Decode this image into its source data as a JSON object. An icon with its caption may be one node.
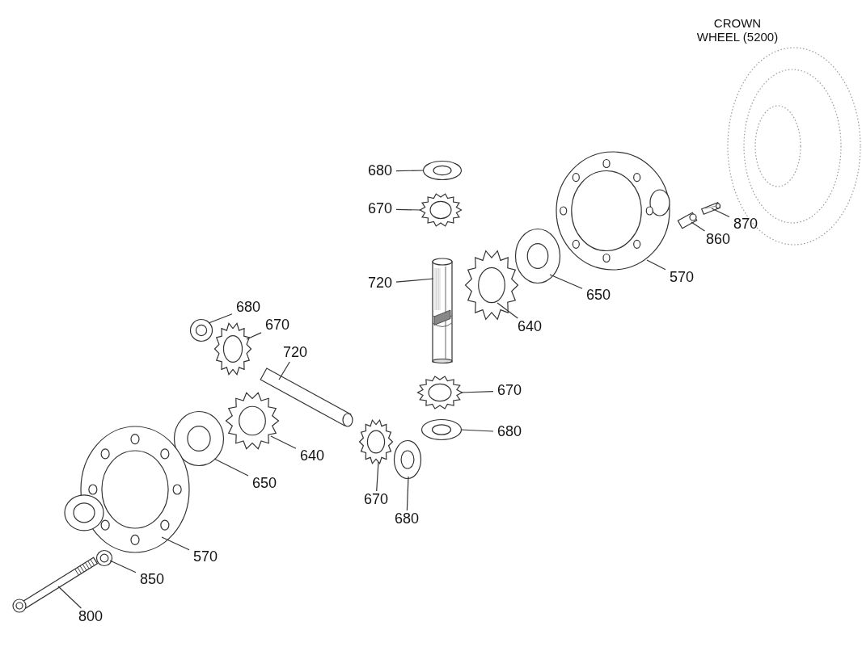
{
  "diagram": {
    "nodes": [
      {
        "text": [
          "680"
        ]
      },
      {
        "text": [],
        "shape": "picture"
      },
      {
        "text": [
          "670"
        ]
      },
      {
        "text": [],
        "shape": "picture"
      },
      {
        "text": [
          "870"
        ]
      },
      {
        "text": [],
        "shape": "picture"
      },
      {
        "text": [
          "860"
        ]
      },
      {
        "text": [],
        "shape": "picture"
      },
      {
        "text": [
          "570"
        ]
      },
      {
        "text": [],
        "shape": "picture"
      },
      {
        "text": [
          "720"
        ]
      },
      {
        "text": [],
        "shape": "picture"
      },
      {
        "text": [
          "650"
        ]
      },
      {
        "text": [],
        "shape": "picture"
      },
      {
        "text": [
          "680"
        ]
      },
      {
        "text": [],
        "shape": "picture"
      },
      {
        "text": [
          "640"
        ]
      },
      {
        "text": [],
        "shape": "picture"
      },
      {
        "text": [
          "670"
        ]
      },
      {
        "text": [],
        "shape": "picture"
      },
      {
        "text": [
          "720"
        ]
      },
      {
        "text": [],
        "shape": "picture"
      },
      {
        "text": [
          "670"
        ]
      },
      {
        "text": [],
        "shape": "picture"
      },
      {
        "text": [
          "680"
        ]
      },
      {
        "text": [],
        "shape": "picture"
      },
      {
        "text": [
          "640"
        ]
      },
      {
        "text": [],
        "shape": "picture"
      },
      {
        "text": [
          "650"
        ]
      },
      {
        "text": [],
        "shape": "picture"
      },
      {
        "text": [
          "670"
        ]
      },
      {
        "text": [],
        "shape": "picture"
      },
      {
        "text": [
          "680"
        ]
      },
      {
        "text": [],
        "shape": "picture"
      },
      {
        "text": [
          "570"
        ]
      },
      {
        "text": [],
        "shape": "picture"
      },
      {
        "text": [
          "850"
        ]
      },
      {
        "text": [],
        "shape": "picture"
      },
      {
        "text": [
          "800"
        ]
      },
      {
        "text": [],
        "shape": "picture"
      }
    ],
    "edges": [
      {
        "from": 0,
        "to": 1,
        "arrow": "none"
      },
      {
        "from": 2,
        "to": 3,
        "arrow": "none"
      },
      {
        "from": 4,
        "to": 5,
        "arrow": "none"
      },
      {
        "from": 6,
        "to": 7,
        "arrow": "none"
      },
      {
        "from": 8,
        "to": 9,
        "arrow": "none"
      },
      {
        "from": 10,
        "to": 11,
        "arrow": "none"
      },
      {
        "from": 12,
        "to": 13,
        "arrow": "none"
      },
      {
        "from": 14,
        "to": 15,
        "arrow": "none"
      },
      {
        "from": 16,
        "to": 17,
        "arrow": "none"
      },
      {
        "from": 18,
        "to": 19,
        "arrow": "none"
      },
      {
        "from": 20,
        "to": 21,
        "arrow": "none"
      },
      {
        "from": 22,
        "to": 23,
        "arrow": "none"
      },
      {
        "from": 24,
        "to": 25,
        "arrow": "none"
      },
      {
        "from": 26,
        "to": 27,
        "arrow": "none"
      },
      {
        "from": 28,
        "to": 29,
        "arrow": "none"
      },
      {
        "from": 30,
        "to": 31,
        "arrow": "none"
      },
      {
        "from": 32,
        "to": 33,
        "arrow": "none"
      },
      {
        "from": 34,
        "to": 35,
        "arrow": "none"
      },
      {
        "from": 36,
        "to": 37,
        "arrow": "none"
      },
      {
        "from": 38,
        "to": 39,
        "arrow": "none"
      }
    ],
    "labels": [
      "CROWN WHEEL (5200)"
    ]
  }
}
